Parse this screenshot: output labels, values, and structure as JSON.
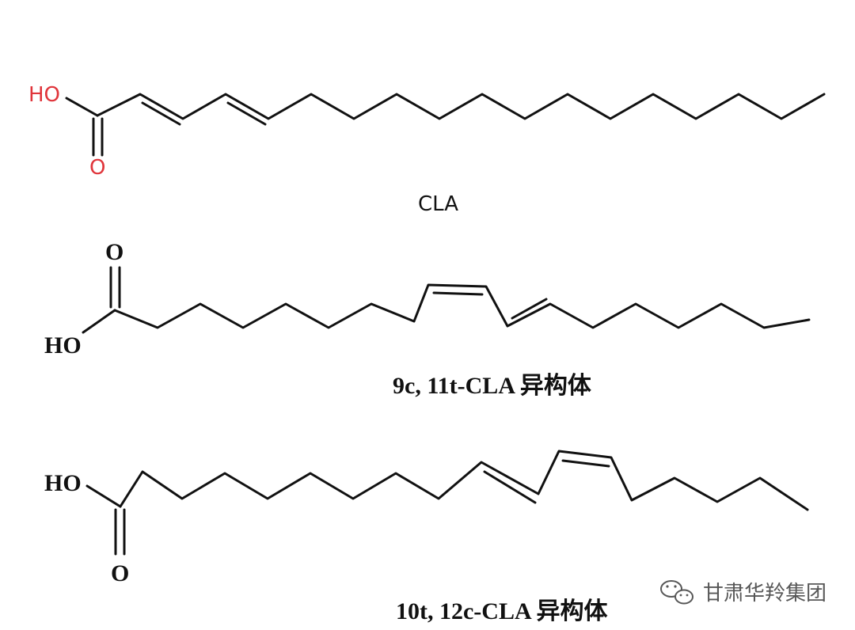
{
  "colors": {
    "bond": "#111111",
    "heteroatom_red": "#e0353b",
    "text": "#111111",
    "watermark": "#3a3a3a"
  },
  "structures": [
    {
      "atoms": {
        "hydroxyl": "HO",
        "carbonyl_oxygen": "O"
      },
      "caption": "CLA"
    },
    {
      "atoms": {
        "hydroxyl": "HO",
        "carbonyl_oxygen": "O"
      },
      "caption": "9c, 11t-CLA 异构体"
    },
    {
      "atoms": {
        "hydroxyl": "HO",
        "carbonyl_oxygen": "O"
      },
      "caption": "10t, 12c-CLA 异构体"
    }
  ],
  "watermark": {
    "icon": "wechat-icon",
    "text": "甘肃华羚集团"
  }
}
